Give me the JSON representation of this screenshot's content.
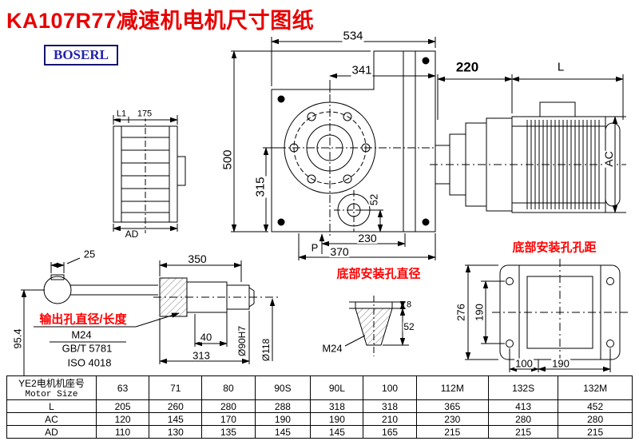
{
  "page": {
    "title": "KA107R77减速机电机尺寸图纸",
    "brand": "BOSERL"
  },
  "colors": {
    "title_red": "#e80000",
    "annotation_red": "#ff0000",
    "brand_blue": "#2222aa",
    "line": "#000000"
  },
  "front_view": {
    "d534": "534",
    "d341": "341",
    "d500": "500",
    "d315": "315",
    "d52": "52",
    "d230": "230",
    "d370": "370",
    "p": "P"
  },
  "motor_view": {
    "d220": "220",
    "dL": "L",
    "dAC": "AC"
  },
  "side_view": {
    "dL1": "L1",
    "d175": "175",
    "dAD": "AD"
  },
  "shaft_end_view": {
    "d25": "25",
    "d95_4": "95.4"
  },
  "output_shaft_view": {
    "d350": "350",
    "d40": "40",
    "d313": "313",
    "label": "输出孔直径/长度",
    "m24": "M24",
    "gb": "GB/T 5781",
    "iso": "ISO 4018",
    "d90": "Ø90H7",
    "d118": "Ø118"
  },
  "bottom_hole_view": {
    "label": "底部安装孔直径",
    "m24": "M24",
    "d8": "8",
    "d52": "52"
  },
  "bottom_view": {
    "label": "底部安装孔孔距",
    "d276": "276",
    "d190v": "190",
    "d100": "100",
    "d190h": "190"
  },
  "table": {
    "header_cn": "YE2电机机座号",
    "header_en": "Motor Size",
    "sizes": [
      "63",
      "71",
      "80",
      "90S",
      "90L",
      "100",
      "112M",
      "132S",
      "132M"
    ],
    "rows": [
      {
        "label": "L",
        "values": [
          "205",
          "260",
          "280",
          "288",
          "318",
          "318",
          "365",
          "413",
          "452"
        ]
      },
      {
        "label": "AC",
        "values": [
          "120",
          "145",
          "170",
          "190",
          "190",
          "210",
          "230",
          "280",
          "280"
        ]
      },
      {
        "label": "AD",
        "values": [
          "110",
          "130",
          "135",
          "145",
          "145",
          "165",
          "215",
          "215",
          "215"
        ]
      }
    ]
  }
}
